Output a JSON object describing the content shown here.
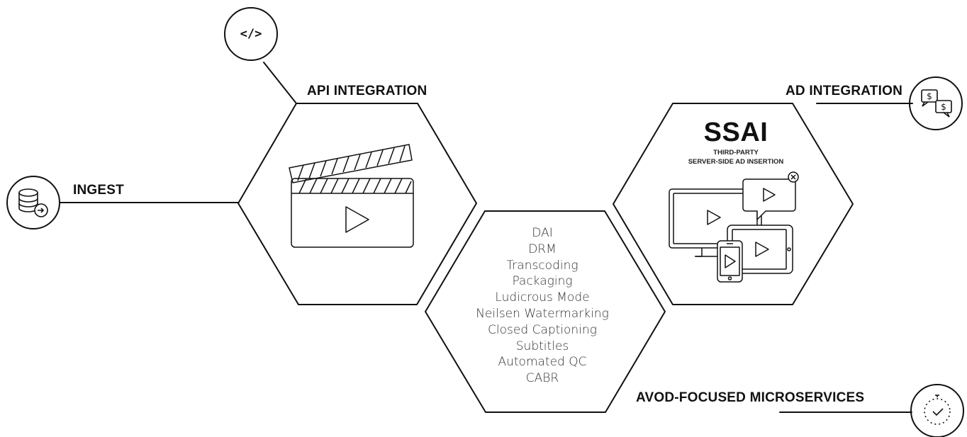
{
  "nodes": {
    "ingest": {
      "label": "INGEST"
    },
    "api_integration": {
      "label": "API INTEGRATION",
      "icon_text": "</>"
    },
    "ad_integration": {
      "label": "AD INTEGRATION"
    },
    "avod": {
      "label": "AVOD-FOCUSED MICROSERVICES"
    }
  },
  "ssai": {
    "title": "SSAI",
    "subtitle_line1": "THIRD-PARTY",
    "subtitle_line2": "SERVER-SIDE AD INSERTION"
  },
  "microservices": [
    "DAI",
    "DRM",
    "Transcoding",
    "Packaging",
    "Ludicrous Mode",
    "Neilsen Watermarking",
    "Closed Captioning",
    "Subtitles",
    "Automated QC",
    "CABR"
  ],
  "icons": {
    "ingest": "database-import-icon",
    "api": "code-brackets-icon",
    "ad": "chat-dollar-icon",
    "avod": "stopwatch-icon",
    "media": "clapperboard-icon",
    "ssai": "multi-screen-play-icon"
  },
  "colors": {
    "stroke": "#111111",
    "text": "#111111",
    "list_text": "#333333"
  }
}
